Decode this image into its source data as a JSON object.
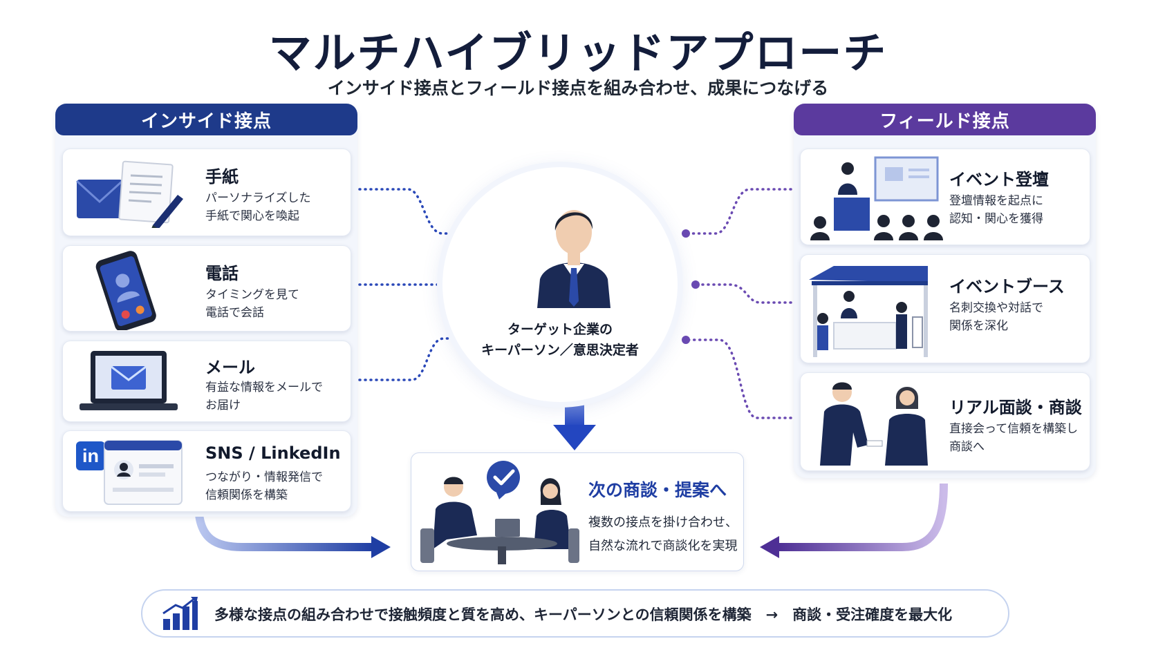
{
  "title": "マルチハイブリッドアプローチ",
  "subtitle": "インサイド接点とフィールド接点を組み合わせ、成果につなげる",
  "colors": {
    "inside": "#1e3a8a",
    "field": "#5b3a9e",
    "accent_blue": "#2d4fc4",
    "dots_inside": "#2a48b8",
    "dots_field": "#6a4ab2"
  },
  "inside": {
    "header": "インサイド接点",
    "items": [
      {
        "title": "手紙",
        "desc": [
          "パーソナライズした",
          "手紙で関心を喚起"
        ],
        "icon": "letter-icon"
      },
      {
        "title": "電話",
        "desc": [
          "タイミングを見て",
          "電話で会話"
        ],
        "icon": "phone-icon"
      },
      {
        "title": "メール",
        "desc": [
          "有益な情報をメールで",
          "お届け"
        ],
        "icon": "email-laptop-icon"
      },
      {
        "title": "SNS / LinkedIn",
        "desc": [
          "つながり・情報発信で",
          "信頼関係を構築"
        ],
        "icon": "linkedin-icon",
        "logo_text": "in"
      }
    ]
  },
  "field": {
    "header": "フィールド接点",
    "items": [
      {
        "title": "イベント登壇",
        "desc": [
          "登壇情報を起点に",
          "認知・関心を獲得"
        ],
        "icon": "speaker-icon"
      },
      {
        "title": "イベントブース",
        "desc": [
          "名刺交換や対話で",
          "関係を深化"
        ],
        "icon": "booth-icon"
      },
      {
        "title": "リアル面談・商談",
        "desc": [
          "直接会って信頼を構築し",
          "商談へ"
        ],
        "icon": "meeting-icon"
      }
    ]
  },
  "center": {
    "label_line1": "ターゲット企業の",
    "label_line2": "キーパーソン／意思決定者"
  },
  "next": {
    "title": "次の商談・提案へ",
    "desc": [
      "複数の接点を掛け合わせ、",
      "自然な流れで商談化を実現"
    ]
  },
  "bottom": {
    "text": "多様な接点の組み合わせで接触頻度と質を高め、キーパーソンとの信頼関係を構築　→　商談・受注確度を最大化"
  }
}
